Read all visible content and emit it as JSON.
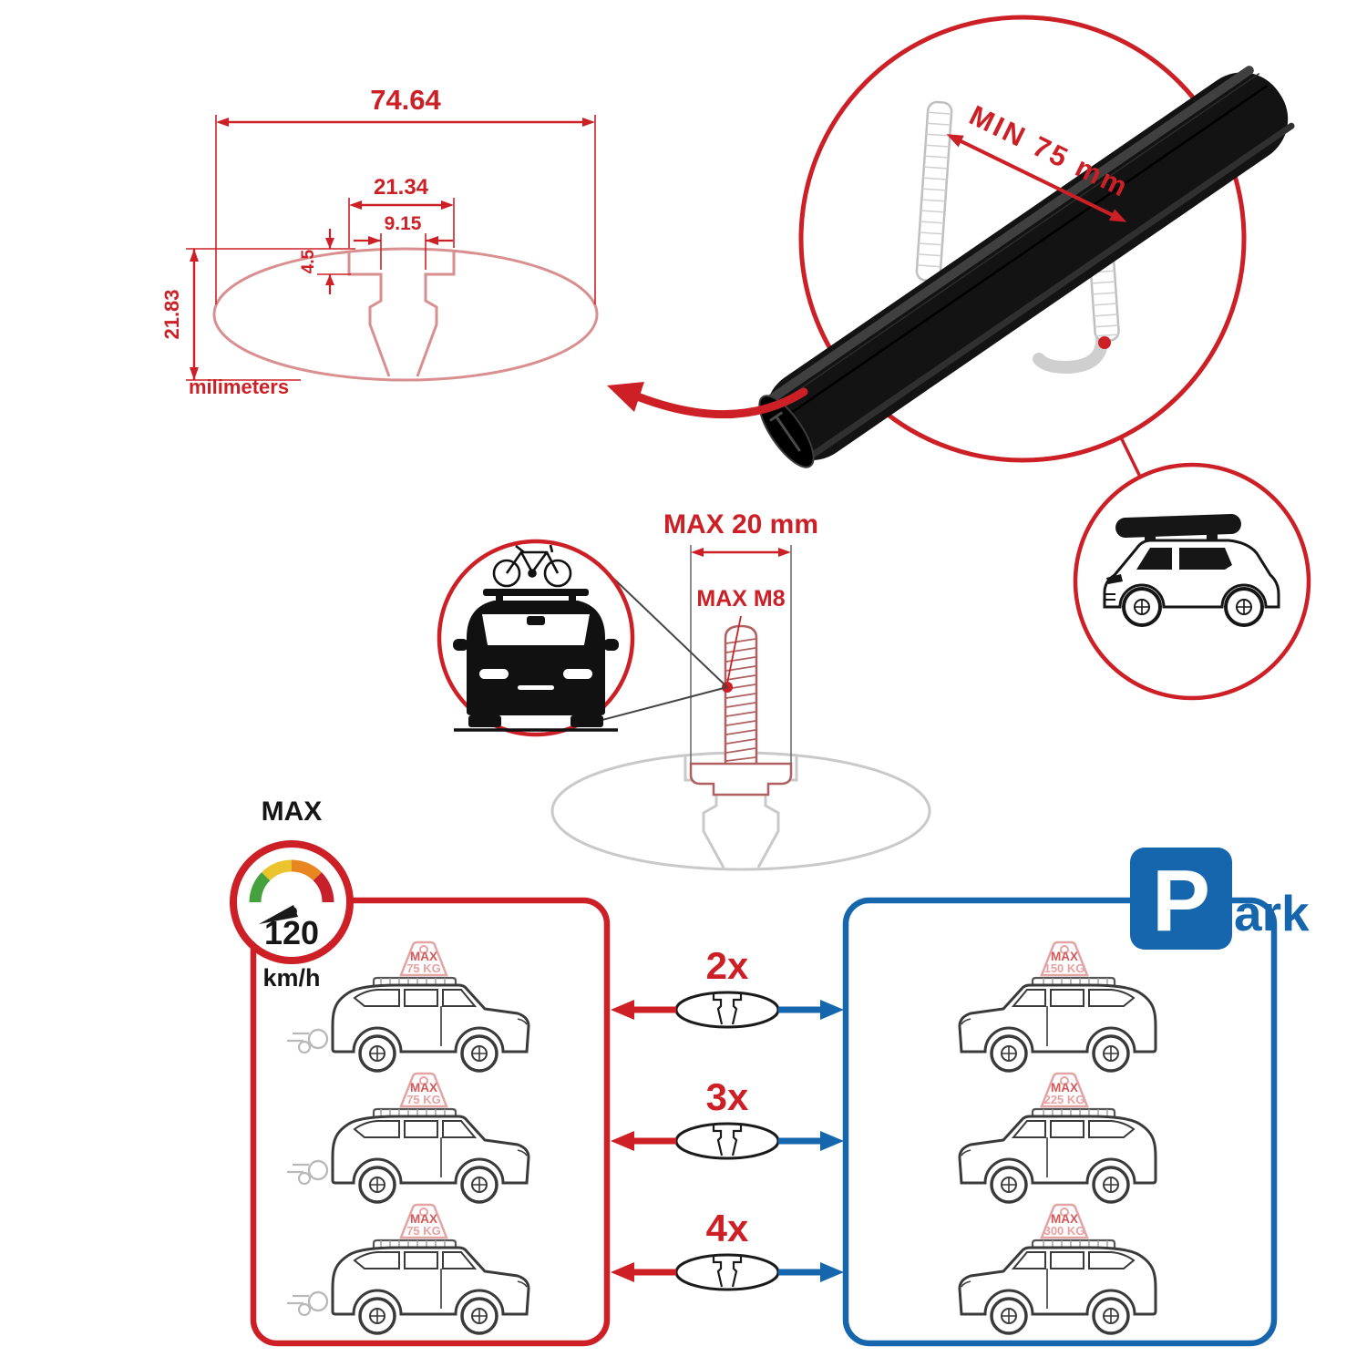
{
  "colors": {
    "red": "#cc2026",
    "blue": "#1566ac",
    "black": "#161616",
    "light_red": "#e3a4a4",
    "gray": "#c9c9c9"
  },
  "profile_dimensions": {
    "total_width": "74.64",
    "channel_outer_width": "21.34",
    "channel_inner_width": "9.15",
    "lip_depth": "4.5",
    "total_height": "21.83",
    "units_label": "milimeters"
  },
  "crossbar_view": {
    "min_bar_length": "MIN 75 mm"
  },
  "bolt_view": {
    "max_head_width": "MAX 20 mm",
    "max_thread_size": "MAX M8"
  },
  "speed_limit": {
    "label": "MAX",
    "value": "120",
    "units": "km/h"
  },
  "driving_panel": {
    "cars": [
      {
        "load_label": "MAX",
        "load_value": "75 KG"
      },
      {
        "load_label": "MAX",
        "load_value": "75 KG"
      },
      {
        "load_label": "MAX",
        "load_value": "75 KG"
      }
    ]
  },
  "bar_quantity_options": [
    {
      "quantity": "2x"
    },
    {
      "quantity": "3x"
    },
    {
      "quantity": "4x"
    }
  ],
  "parking_panel": {
    "sign_letter": "P",
    "sign_suffix": "ark",
    "cars": [
      {
        "load_label": "MAX",
        "load_value": "150 KG"
      },
      {
        "load_label": "MAX",
        "load_value": "225 KG"
      },
      {
        "load_label": "MAX",
        "load_value": "300 KG"
      }
    ]
  }
}
